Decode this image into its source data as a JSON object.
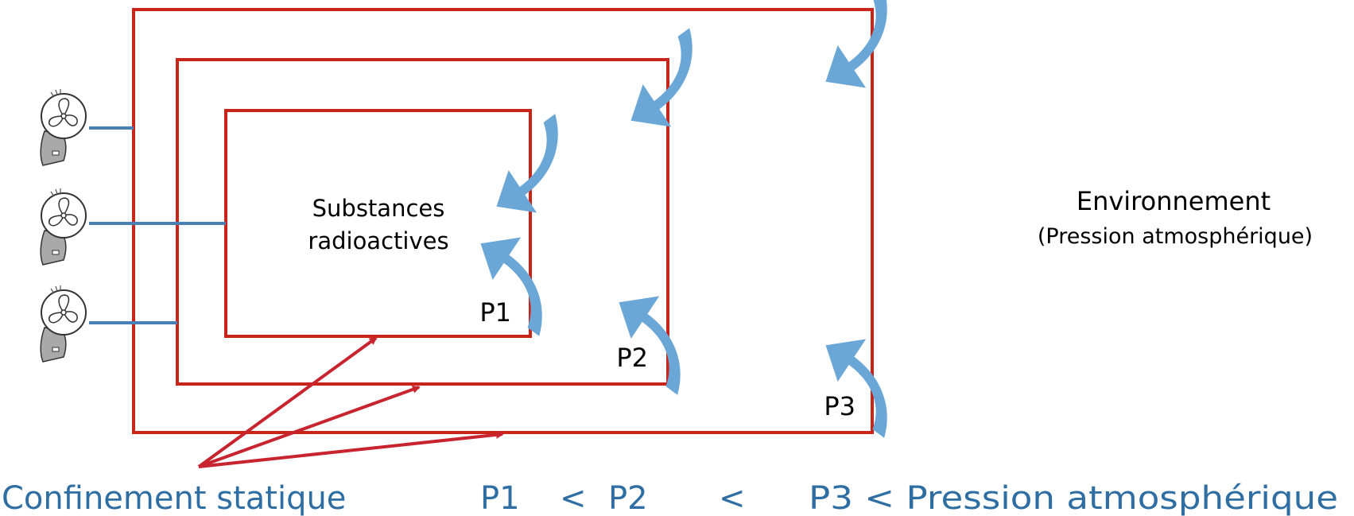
{
  "colors": {
    "containment_line": "#c8241a",
    "arrow_blue": "#6aa6d6",
    "duct_blue": "#4a7fb5",
    "pointer_red": "#c8242f",
    "bottom_text": "#2f6ea3",
    "fan_gray": "#a9a9a9"
  },
  "icons": [
    "fan-icon",
    "airflow-arrow-icon"
  ],
  "diagram": {
    "center_label_line1": "Substances",
    "center_label_line2": "radioactives",
    "zones": [
      {
        "label": "P1"
      },
      {
        "label": "P2"
      },
      {
        "label": "P3"
      }
    ],
    "environment_title": "Environnement",
    "environment_subtitle": "(Pression atmosphérique)"
  },
  "footer": {
    "static_label": "Confinement statique",
    "p1": "P1",
    "lt1": "<",
    "p2": "P2",
    "lt2": "<",
    "p3_relation": "P3 < Pression atmosphérique"
  }
}
